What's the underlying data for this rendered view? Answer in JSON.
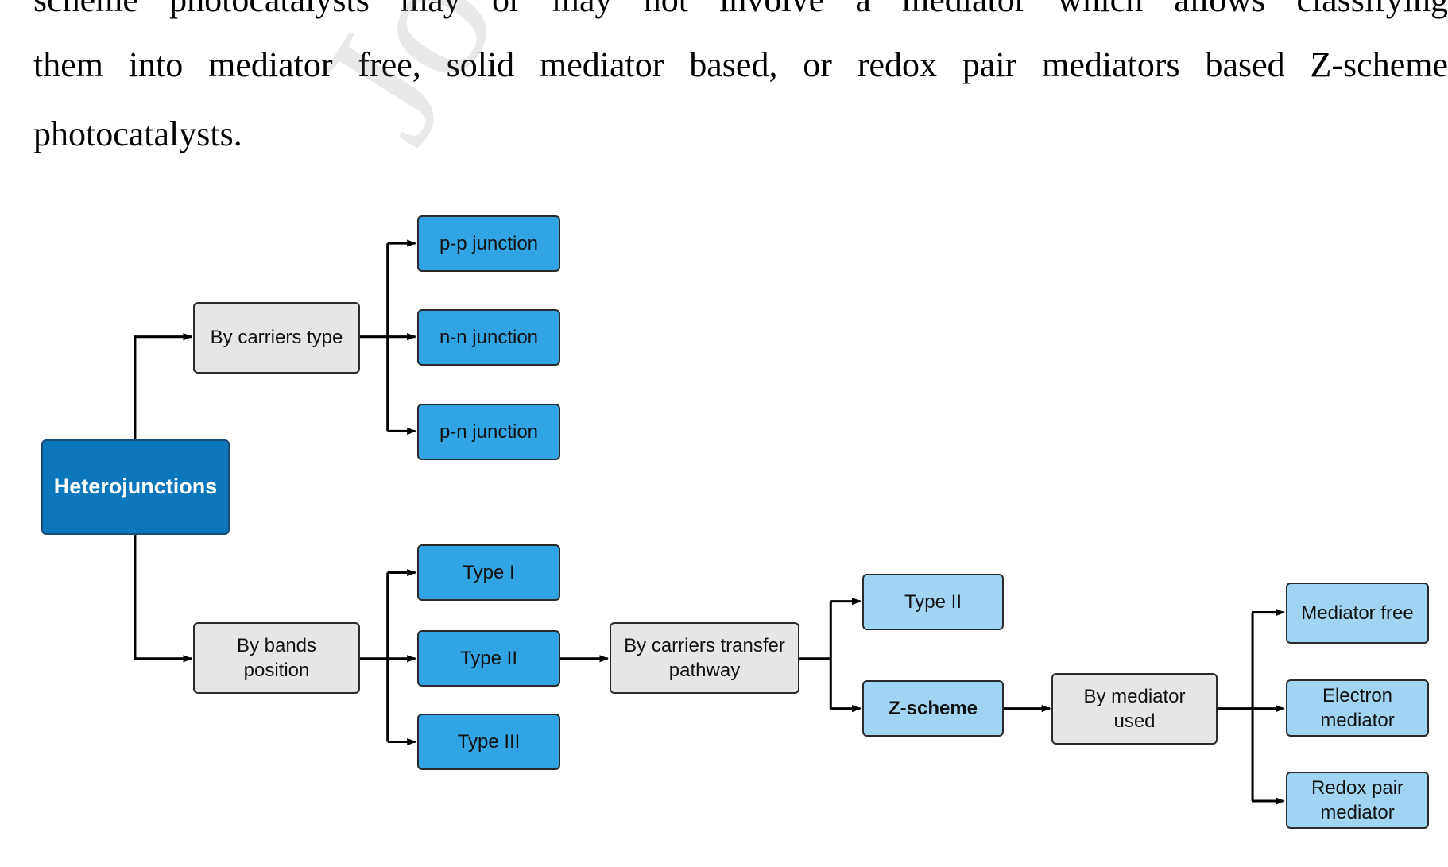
{
  "text_lines": [
    "scheme photocatalysts may or may not involve a mediator which allows classifying",
    "them into mediator free, solid mediator based, or redox pair mediators based Z-scheme",
    "photocatalysts."
  ],
  "watermark": "Journ",
  "diagram": {
    "root": "Heterojunctions",
    "carriers_type": "By carriers type",
    "pp": "p-p junction",
    "nn": "n-n junction",
    "pn": "p-n junction",
    "bands": "By bands\nposition",
    "type1": "Type I",
    "type2": "Type II",
    "type3": "Type III",
    "transfer": "By carriers transfer\npathway",
    "type2b": "Type II",
    "zscheme": "Z-scheme",
    "mediator_used": "By mediator\nused",
    "mediator_free": "Mediator free",
    "electron_mediator": "Electron\nmediator",
    "redox_pair": "Redox pair\nmediator"
  },
  "colors": {
    "root": "#0c76ba",
    "category": "#e6e6e6",
    "mid_blue": "#32a3e3",
    "light_blue": "#9fd4f3"
  }
}
